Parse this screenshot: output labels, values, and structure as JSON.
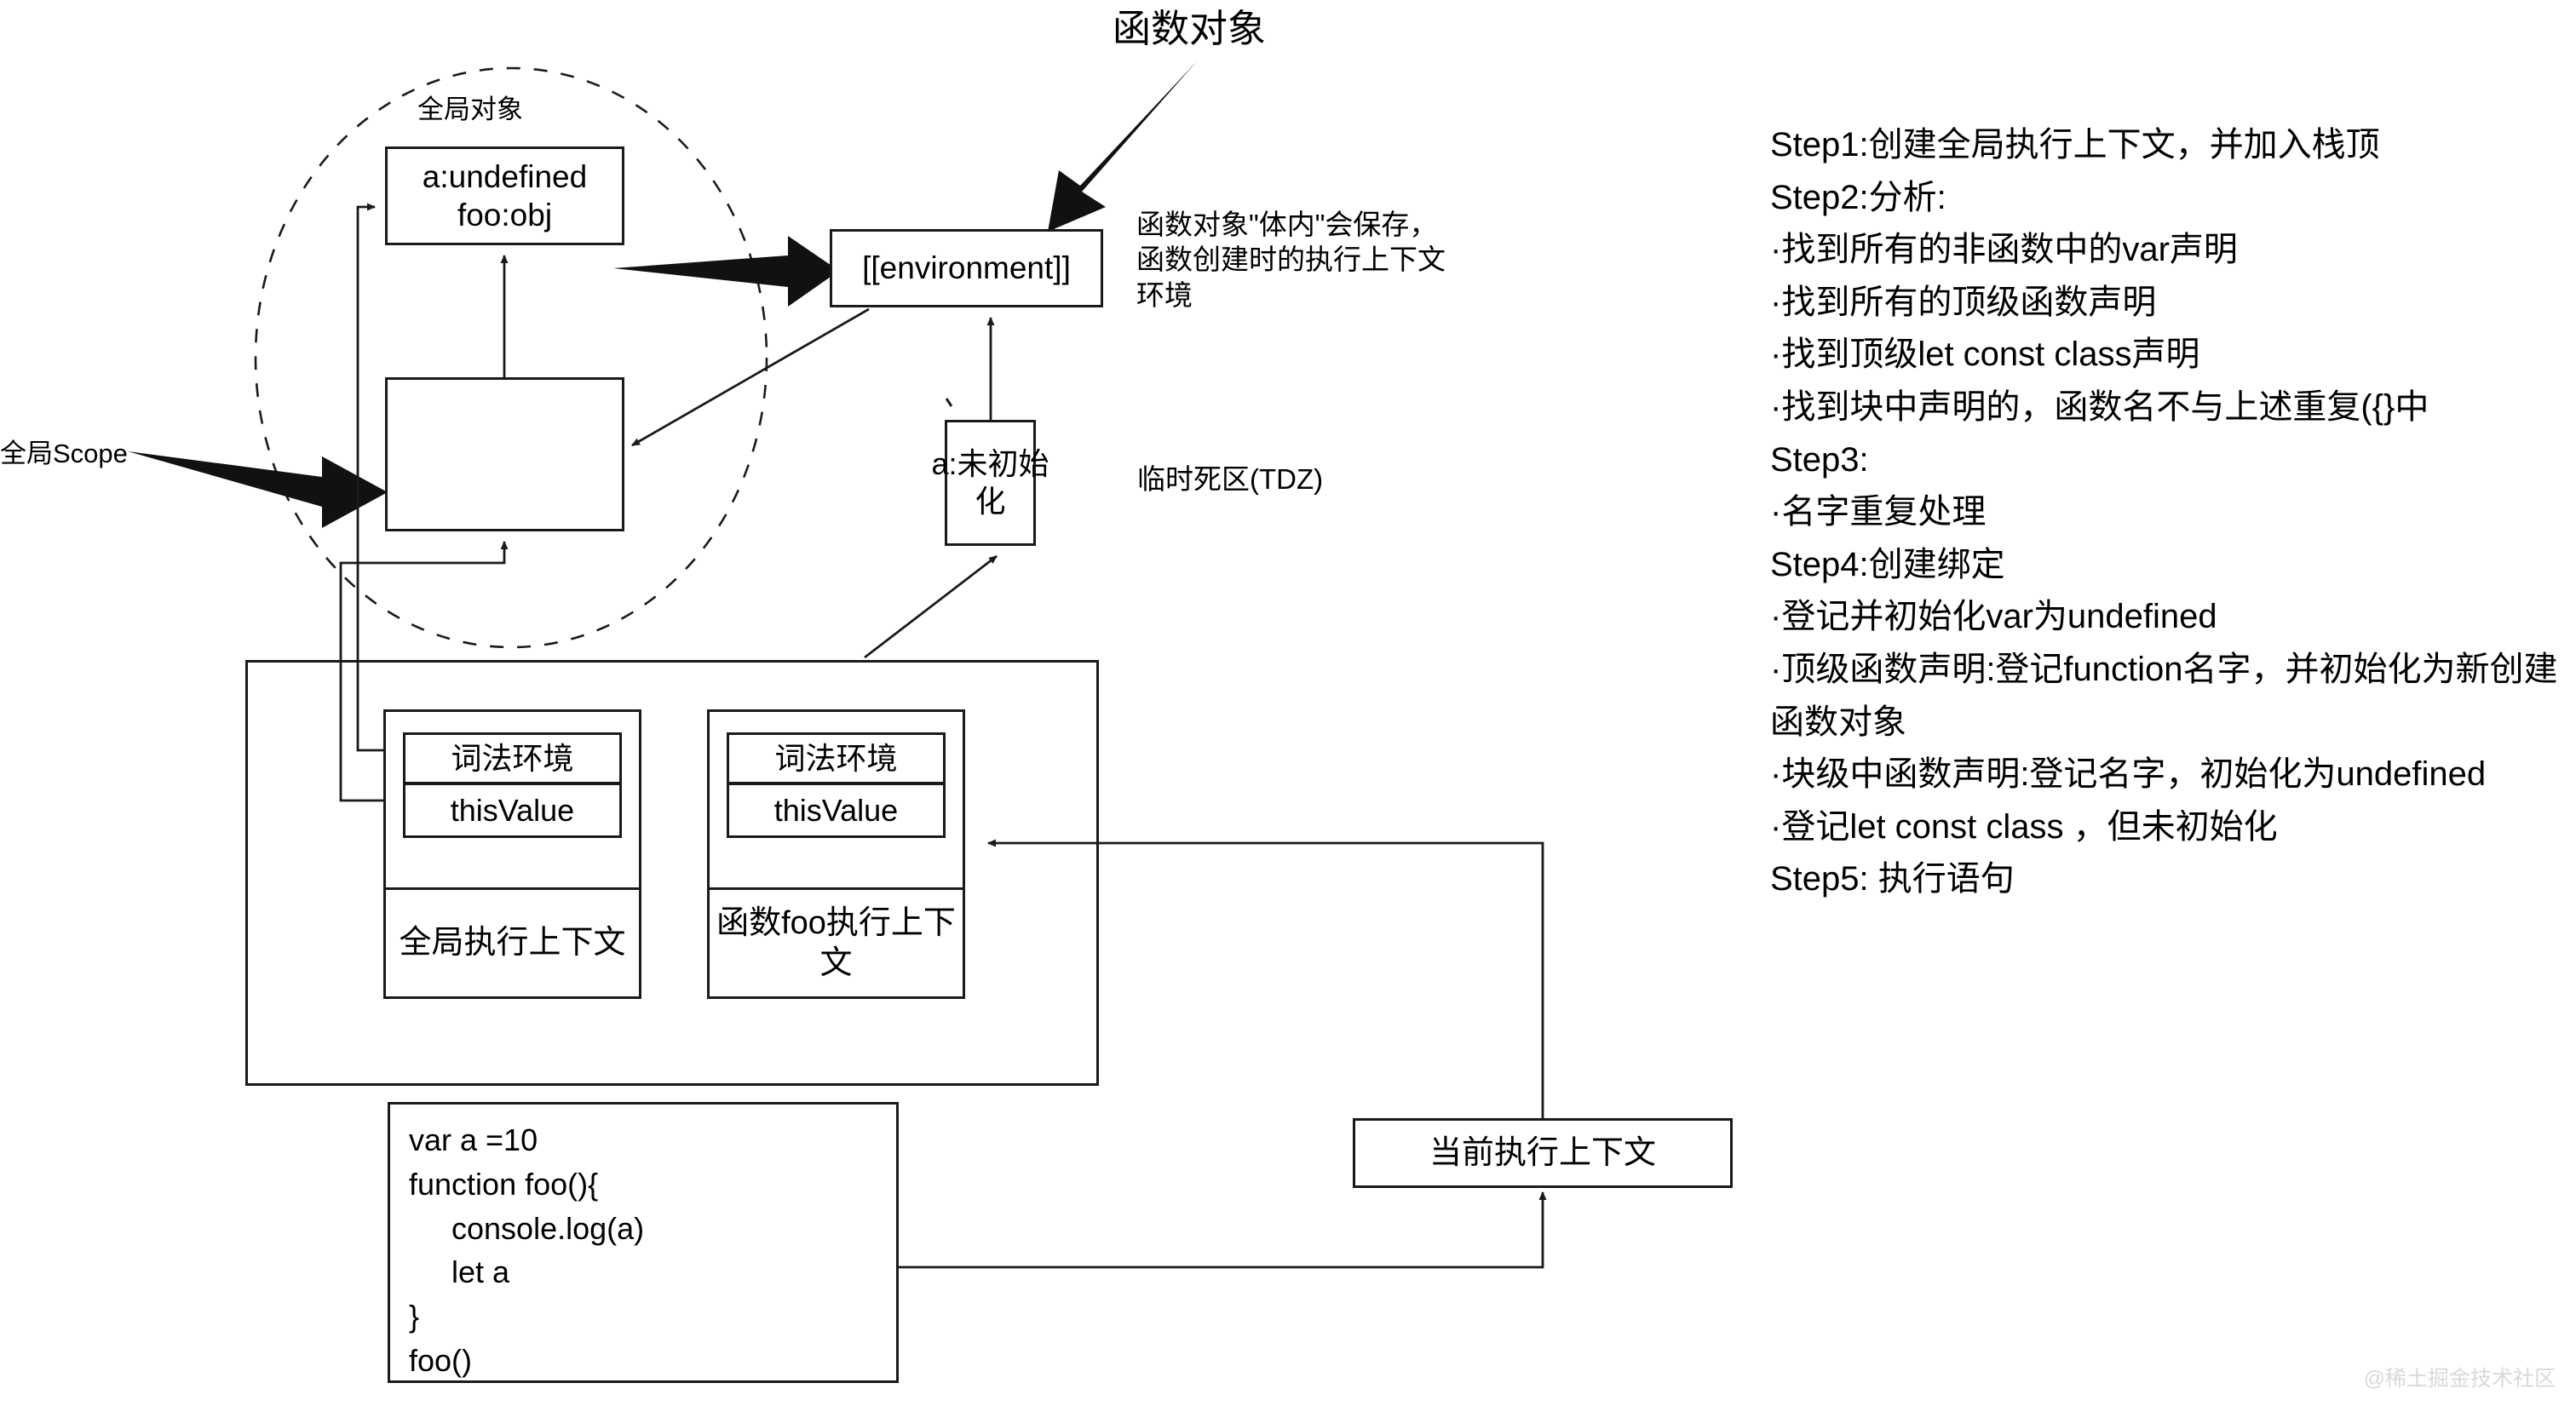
{
  "diagram": {
    "labels": {
      "global_object": "全局对象",
      "function_object": "函数对象",
      "global_scope": "全局Scope",
      "environment_note": "函数对象\"体内\"会保存，\n函数创建时的执行上下文\n环境",
      "tdz": "临时死区(TDZ)"
    },
    "global_object_box": {
      "line1": "a:undefined",
      "line2": "foo:obj"
    },
    "environment_box": {
      "label": "[[environment]]"
    },
    "tdz_box": {
      "label": "a:未初始\n化"
    },
    "execution_contexts": [
      {
        "lexical_environment": "词法环境",
        "this_value": "thisValue",
        "title": "全局执行上下文"
      },
      {
        "lexical_environment": "词法环境",
        "this_value": "thisValue",
        "title": "函数foo执行上下文"
      }
    ],
    "current_context_box": {
      "label": "当前执行上下文"
    },
    "code_box": {
      "code": "var a =10\nfunction foo(){\n     console.log(a)\n     let a\n}\nfoo()"
    }
  },
  "notes_panel": {
    "lines": [
      "Step1:创建全局执行上下文，并加入栈顶",
      "Step2:分析:",
      "·找到所有的非函数中的var声明",
      "·找到所有的顶级函数声明",
      "·找到顶级let const class声明",
      "·找到块中声明的，函数名不与上述重复({}中",
      "Step3:",
      "·名字重复处理",
      "Step4:创建绑定",
      "·登记并初始化var为undefined",
      "·顶级函数声明:登记function名字，并初始化为新创建函数对象",
      "·块级中函数声明:登记名字，初始化为undefined",
      "·登记let const class ，但未初始化",
      "Step5: 执行语句"
    ]
  },
  "watermark": {
    "text": "@稀土掘金技术社区"
  },
  "colors": {
    "stroke": "#1a1a1a",
    "background": "#ffffff",
    "watermark": "#d9d9d9"
  }
}
